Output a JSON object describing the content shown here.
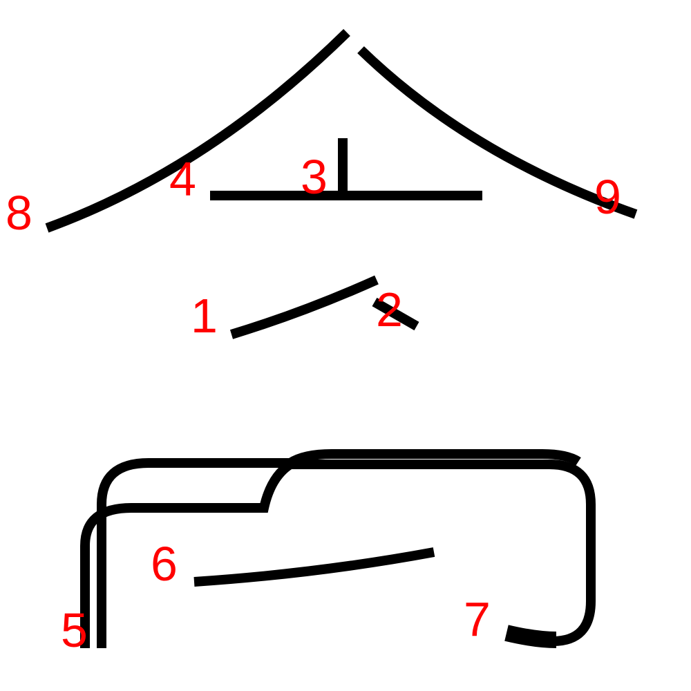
{
  "colors": {
    "stroke": "#000000",
    "label": "#ff0000",
    "background": "#ffffff"
  },
  "strokes": [
    {
      "order": "1"
    },
    {
      "order": "2"
    },
    {
      "order": "3"
    },
    {
      "order": "4"
    },
    {
      "order": "5"
    },
    {
      "order": "6"
    },
    {
      "order": "7"
    },
    {
      "order": "8"
    },
    {
      "order": "9"
    }
  ]
}
